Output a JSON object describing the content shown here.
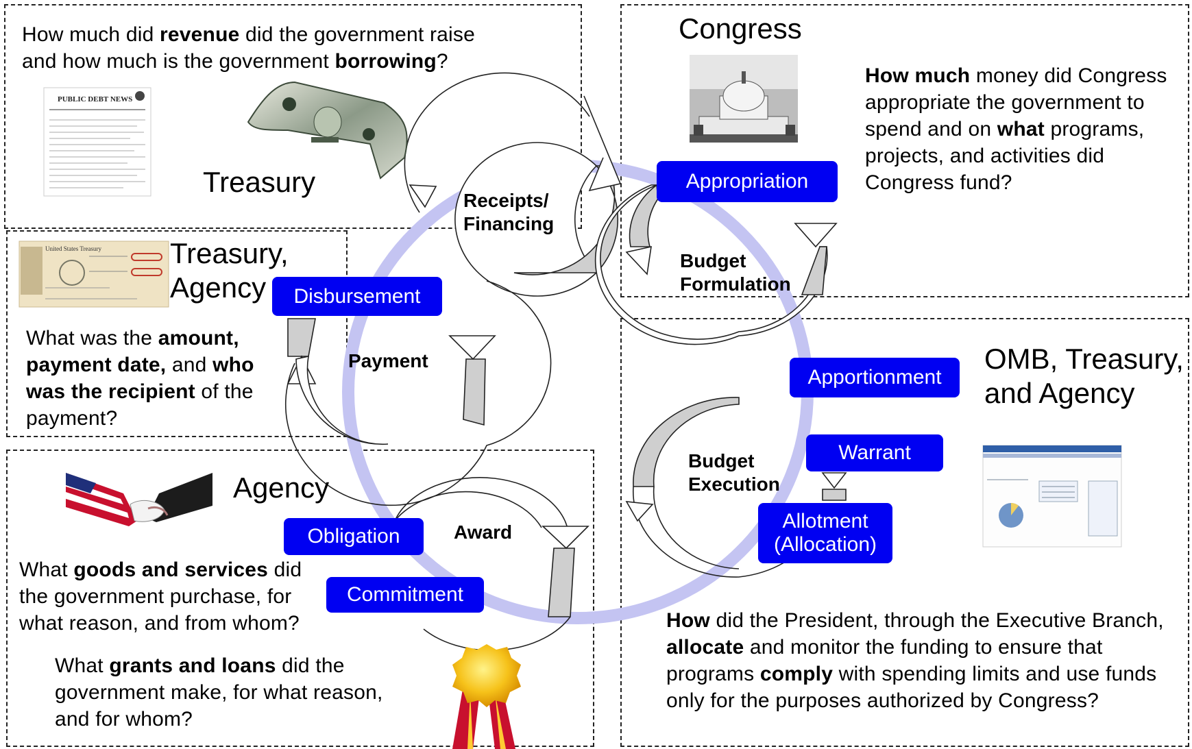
{
  "panels": {
    "receipts": {
      "question": [
        "How much did ",
        "revenue",
        " did the government raise and how much is the government ",
        "borrowing",
        "?"
      ],
      "actor": "Treasury",
      "doc_title": "PUBLIC DEBT NEWS"
    },
    "congress": {
      "actor": "Congress",
      "question": [
        "How much",
        " money did Congress appropriate the government to spend and on ",
        "what",
        " programs, projects, and activities did Congress fund?"
      ]
    },
    "disbursement": {
      "actor_line1": "Treasury,",
      "actor_line2": "Agency",
      "check_title": "United States Treasury",
      "question": [
        "What was the ",
        "amount, payment date,",
        " and ",
        "who was the recipient",
        " of the payment?"
      ]
    },
    "agency": {
      "actor": "Agency",
      "question1": [
        "What ",
        "goods and services",
        " did the government purchase, for what reason, and from whom?"
      ],
      "question2": [
        "What ",
        "grants and loans",
        " did the government make, for what reason, and for whom?"
      ]
    },
    "omb": {
      "actor_line1": "OMB, Treasury,",
      "actor_line2": "and Agency",
      "question": [
        "How",
        " did the President, through the Executive Branch, ",
        "allocate",
        " and monitor the funding to ensure that programs ",
        "comply",
        " with spending limits and use funds only for the purposes authorized by Congress?"
      ]
    }
  },
  "stages": {
    "receipts": "Receipts/\nFinancing",
    "budget_formulation": "Budget\nFormulation",
    "payment": "Payment",
    "award": "Award",
    "budget_execution": "Budget\nExecution"
  },
  "tags": {
    "appropriation": "Appropriation",
    "disbursement": "Disbursement",
    "apportionment": "Apportionment",
    "warrant": "Warrant",
    "allotment": "Allotment\n(Allocation)",
    "obligation": "Obligation",
    "commitment": "Commitment"
  },
  "colors": {
    "tag_blue": "#0000f2",
    "ring": "#c4c4f2",
    "arrow_fill": "#cfcfcf"
  },
  "icons": {
    "money": "dollar-bill-icon",
    "capitol": "capitol-building-icon",
    "check": "treasury-check-icon",
    "handshake": "handshake-icon",
    "ribbon": "award-ribbon-icon",
    "screenshot": "dashboard-screenshot-icon"
  }
}
